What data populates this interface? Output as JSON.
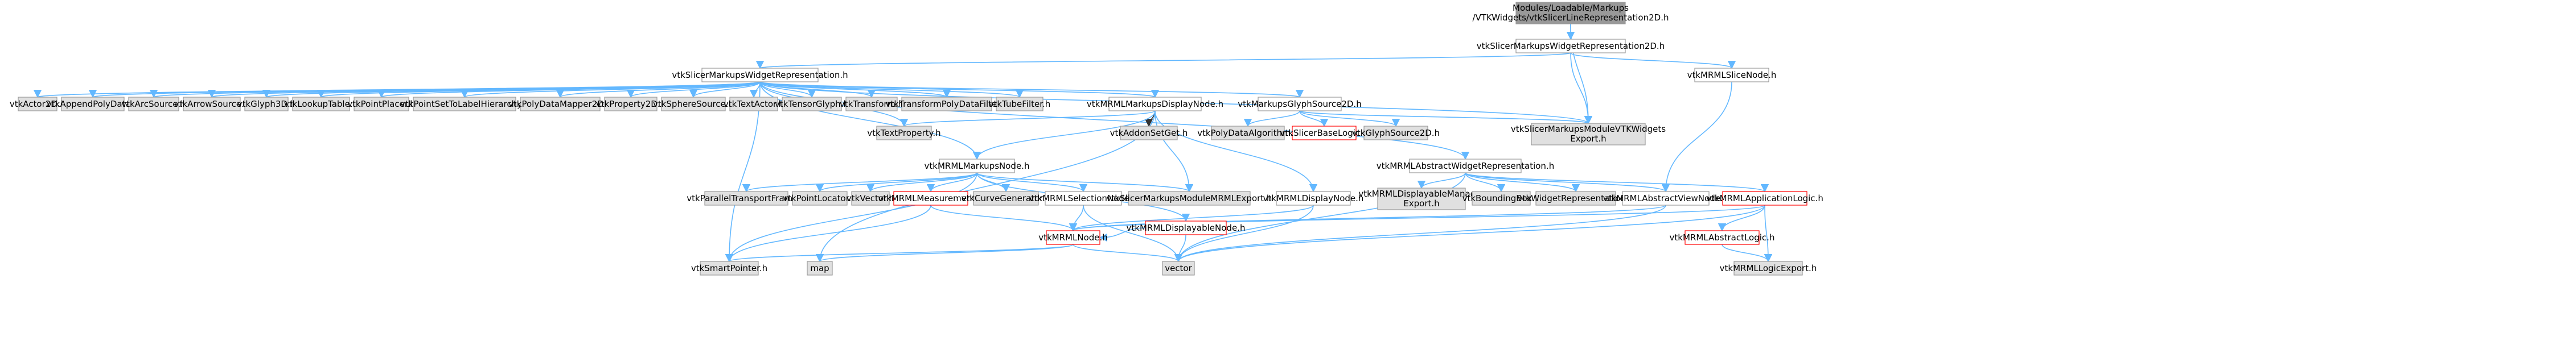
{
  "colors": {
    "root_fill": "#999999",
    "std_fill": "#e0e0e0",
    "doc_fill": "#ffffff",
    "broken_border": "#ff0000",
    "normal_border": "#666666",
    "edge_blue": "#63b8ff",
    "edge_gray": "#333333"
  },
  "nodes": {
    "root": {
      "line1": "Modules/Loadable/Markups",
      "line2": "/VTKWidgets/vtkSlicerLineRepresentation2D.h"
    },
    "swr2d": "vtkSlicerMarkupsWidgetRepresentation2D.h",
    "swr": "vtkSlicerMarkupsWidgetRepresentation.h",
    "slicenode": "vtkMRMLSliceNode.h",
    "actor2d": "vtkActor2D.h",
    "appendpoly": "vtkAppendPolyData.h",
    "arcsource": "vtkArcSource.h",
    "arrowsource": "vtkArrowSource.h",
    "glyph3d": "vtkGlyph3D.h",
    "lookuptable": "vtkLookupTable.h",
    "pointplacer": "vtkPointPlacer.h",
    "pointsettolabel": "vtkPointSetToLabelHierarchy.h",
    "polydatamapper2d": "vtkPolyDataMapper2D.h",
    "property2d": "vtkProperty2D.h",
    "spheresource": "vtkSphereSource.h",
    "textactor": "vtkTextActor.h",
    "tensorglyph": "vtkTensorGlyph.h",
    "transform": "vtkTransform.h",
    "transformpolyfilter": "vtkTransformPolyDataFilter.h",
    "tubefilter": "vtkTubeFilter.h",
    "markupsdisplaynode": "vtkMRMLMarkupsDisplayNode.h",
    "markupsglyphsource2d": "vtkMarkupsGlyphSource2D.h",
    "vtkwidgetsexport": {
      "line1": "vtkSlicerMarkupsModuleVTKWidgets",
      "line2": "Export.h"
    },
    "textproperty": "vtkTextProperty.h",
    "addonsetget": "vtkAddonSetGet.h",
    "polydataalgorithm": "vtkPolyDataAlgorithm.h",
    "slicerbaselogic": "vtkSlicerBaseLogic.h",
    "glyphsource2d": "vtkGlyphSource2D.h",
    "abstractwidgetrep": "vtkMRMLAbstractWidgetRepresentation.h",
    "markupsnode": "vtkMRMLMarkupsNode.h",
    "paralleltransport": "vtkParallelTransportFrame.h",
    "pointlocator": "vtkPointLocator.h",
    "vtkvector": "vtkVector.h",
    "measurement": "vtkMRMLMeasurement.h",
    "curvegenerator": "vtkCurveGenerator.h",
    "selectionnode": "vtkMRMLSelectionNode.h",
    "mrmlexport": "vtkSlicerMarkupsModuleMRMLExport.h",
    "displaynode": "vtkMRMLDisplayNode.h",
    "displayablemanagerexport": {
      "line1": "vtkMRMLDisplayableManager",
      "line2": "Export.h"
    },
    "boundingbox": "vtkBoundingBox.h",
    "widgetrepresentation": "vtkWidgetRepresentation.h",
    "abstractviewnode": "vtkMRMLAbstractViewNode.h",
    "applicationlogic": "vtkMRMLApplicationLogic.h",
    "displayablenode": "vtkMRMLDisplayableNode.h",
    "mrmlnode": "vtkMRMLNode.h",
    "abstractlogic": "vtkMRMLAbstractLogic.h",
    "smartpointer": "vtkSmartPointer.h",
    "map": "map",
    "vector": "vector",
    "logicexport": "vtkMRMLLogicExport.h"
  }
}
